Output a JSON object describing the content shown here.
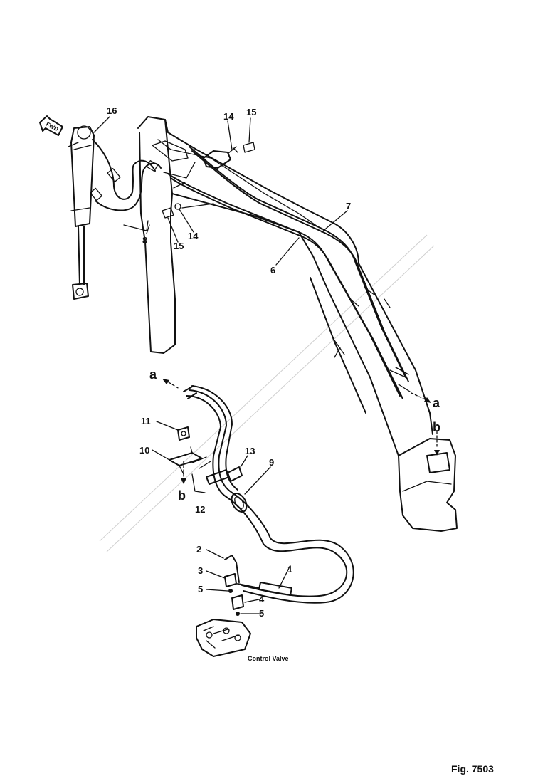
{
  "figure": {
    "caption": "Fig. 7503",
    "direction_marker": "FWD",
    "control_valve_label": "Control Valve"
  },
  "callouts": {
    "c1": "1",
    "c2": "2",
    "c3": "3",
    "c4": "4",
    "c5a": "5",
    "c5b": "5",
    "c6": "6",
    "c7": "7",
    "c8": "8",
    "c9": "9",
    "c10": "10",
    "c11": "11",
    "c12": "12",
    "c13": "13",
    "c14a": "14",
    "c14b": "14",
    "c15a": "15",
    "c15b": "15",
    "c16": "16"
  },
  "connectors": {
    "a_upper": "a",
    "a_lower": "a",
    "b_right": "b",
    "b_left": "b"
  },
  "colors": {
    "ink": "#111111",
    "paper": "#ffffff"
  }
}
